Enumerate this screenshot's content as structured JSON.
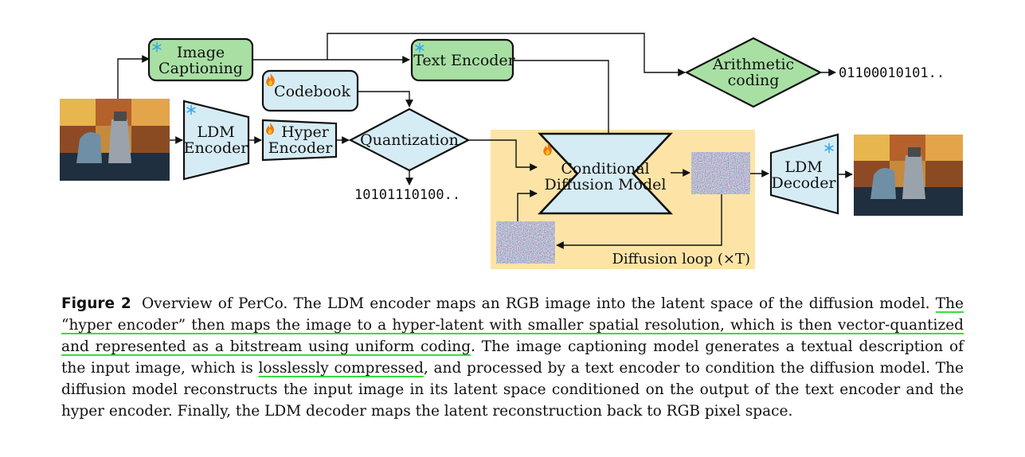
{
  "diagram": {
    "nodes": {
      "image_captioning": [
        "Image",
        "Captioning"
      ],
      "text_encoder": "Text Encoder",
      "codebook": "Codebook",
      "ldm_encoder": [
        "LDM",
        "Encoder"
      ],
      "hyper_encoder": [
        "Hyper",
        "Encoder"
      ],
      "quantization": "Quantization",
      "arithmetic_coding": [
        "Arithmetic",
        "coding"
      ],
      "conditional_diffusion": [
        "Conditional",
        "Diffusion Model"
      ],
      "ldm_decoder": [
        "LDM",
        "Decoder"
      ]
    },
    "bitstreams": {
      "arithmetic": "01100010101..",
      "quantization": "10101110100.."
    },
    "diffusion_loop_label": "Diffusion loop (×T)",
    "colors": {
      "green": "#a8e0a4",
      "light_blue": "#d6ecf5",
      "loop_panel": "#fde4a6",
      "frozen_icon": "#38a8e8",
      "trainable_icon": "#f07818"
    },
    "icons": {
      "frozen": "snowflake-icon",
      "trainable": "flame-icon"
    }
  },
  "caption": {
    "label": "Figure 2",
    "segments": [
      {
        "text": "Overview of PerCo. The LDM encoder maps an RGB image into the latent space of the diffusion model. ",
        "highlight": false
      },
      {
        "text": "The “hyper encoder” then maps the image to a hyper-latent with smaller spatial resolution, which is then vector-quantized and represented as a bitstream using uniform coding",
        "highlight": true
      },
      {
        "text": ". The image captioning model generates a textual description of the input image, which is ",
        "highlight": false
      },
      {
        "text": "losslessly compressed",
        "highlight": true
      },
      {
        "text": ", and processed by a text encoder to condition the diffusion model. The diffusion model reconstructs the input image in its latent space conditioned on the output of the text encoder and the hyper encoder. Finally, the LDM decoder maps the latent reconstruction back to RGB pixel space.",
        "highlight": false
      }
    ]
  }
}
